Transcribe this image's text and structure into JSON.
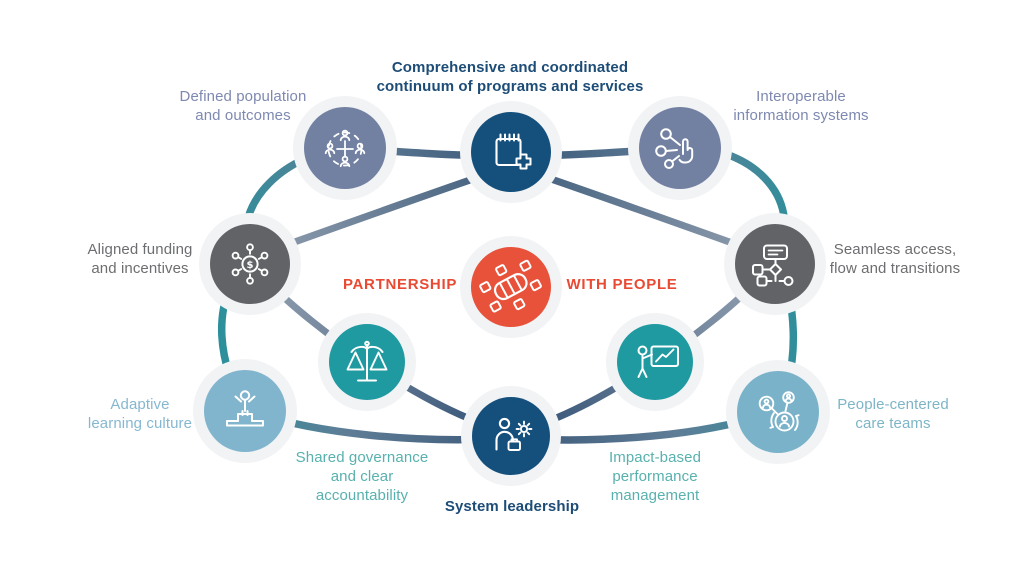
{
  "center": {
    "label_left": "PARTNERSHIP",
    "label_right": "WITH PEOPLE",
    "icon": "hands-together-icon",
    "circle_color": "#e8523a",
    "text_color": "#e84a33"
  },
  "nodes": [
    {
      "id": "programs",
      "label": "Comprehensive and coordinated\ncontinuum of programs and services",
      "icon": "calendar-medical-icon",
      "circle_color": "#15507d",
      "text_color": "#1d4d77"
    },
    {
      "id": "population",
      "label": "Defined population\nand outcomes",
      "icon": "population-network-icon",
      "circle_color": "#7280a2",
      "text_color": "#7e89b1"
    },
    {
      "id": "interoperable",
      "label": "Interoperable\ninformation systems",
      "icon": "connected-systems-hand-icon",
      "circle_color": "#7280a2",
      "text_color": "#7e89b1"
    },
    {
      "id": "funding",
      "label": "Aligned funding\nand incentives",
      "icon": "funding-hub-icon",
      "circle_color": "#616366",
      "text_color": "#6d6e71"
    },
    {
      "id": "seamless",
      "label": "Seamless access,\nflow and transitions",
      "icon": "flowchart-icon",
      "circle_color": "#616366",
      "text_color": "#6d6e71"
    },
    {
      "id": "governance",
      "label": "Shared governance\nand clear\naccountability",
      "icon": "scales-icon",
      "circle_color": "#1f9aa0",
      "text_color": "#58b1ae"
    },
    {
      "id": "performance",
      "label": "Impact-based\nperformance\nmanagement",
      "icon": "presentation-chart-icon",
      "circle_color": "#1f9aa0",
      "text_color": "#58b1ae"
    },
    {
      "id": "leadership",
      "label": "System leadership",
      "icon": "person-gear-icon",
      "circle_color": "#15507d",
      "text_color": "#1d4d77"
    },
    {
      "id": "learning",
      "label": "Adaptive\nlearning culture",
      "icon": "podium-person-icon",
      "circle_color": "#81b5cd",
      "text_color": "#85b8d0"
    },
    {
      "id": "care_teams",
      "label": "People-centered\ncare teams",
      "icon": "care-team-avatars-icon",
      "circle_color": "#79b2c9",
      "text_color": "#7db5c7"
    }
  ],
  "ring_colors": {
    "teal": "#1a979d",
    "slate": "#5f7d97",
    "dark_slate": "#44617f",
    "halo": "#f1f3f5"
  },
  "funding_currency_symbol": "$"
}
